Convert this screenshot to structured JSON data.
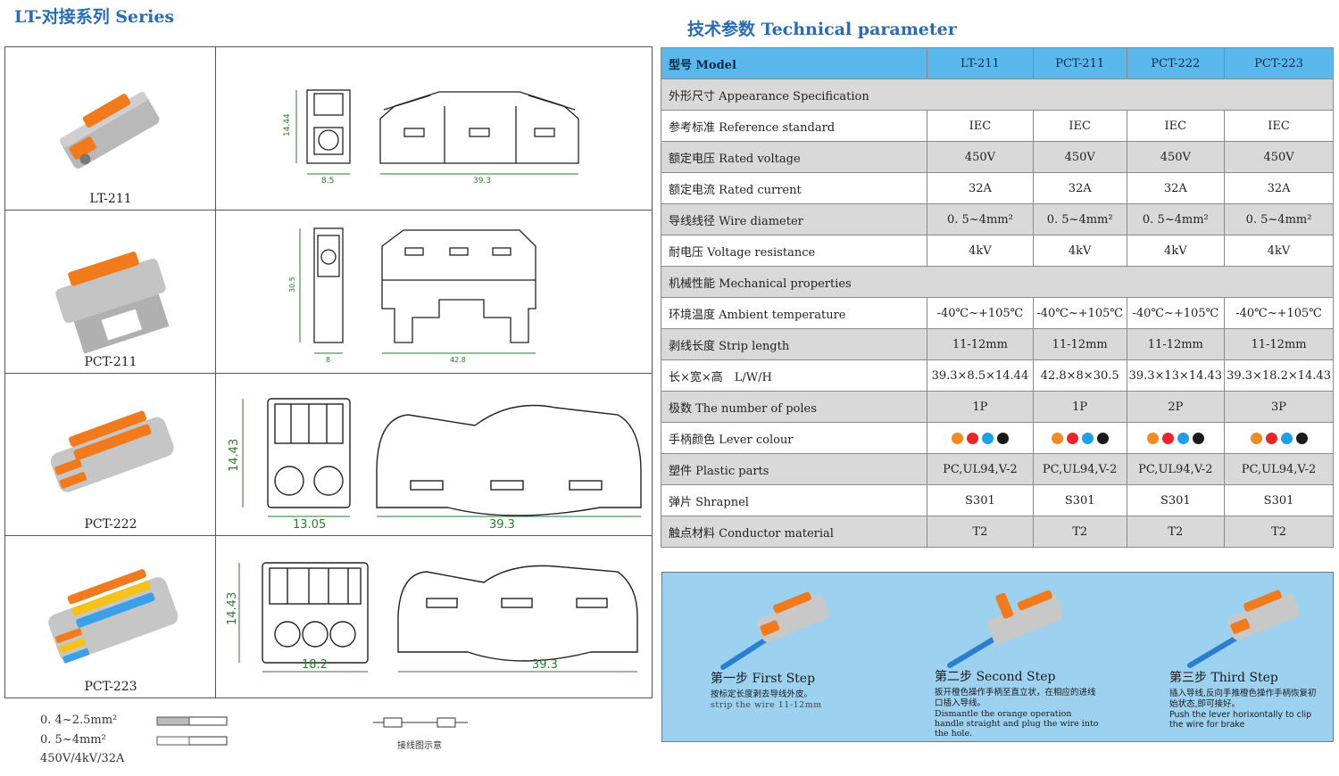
{
  "header": {
    "left_title": "LT-对接系列 Series",
    "right_title": "技术参数 Technical parameter"
  },
  "products": [
    {
      "name": "LT-211",
      "dims": {
        "h": "14.44",
        "w": "8.5",
        "l": "39.3"
      }
    },
    {
      "name": "PCT-211",
      "dims": {
        "h": "30.5",
        "w": "8",
        "l": "42.8"
      }
    },
    {
      "name": "PCT-222",
      "dims": {
        "h": "14.43",
        "w": "13.05",
        "l": "39.3"
      }
    },
    {
      "name": "PCT-223",
      "dims": {
        "h": "14.43",
        "w": "18.2",
        "l": "39.3"
      }
    }
  ],
  "footer_notes": {
    "wire_small": "0. 4~2.5mm²",
    "wire_large": "0. 5~4mm²",
    "rating": "450V/4kV/32A",
    "diagram_caption": "接线图示意"
  },
  "table": {
    "header": [
      "型号 Model",
      "LT-211",
      "PCT-211",
      "PCT-222",
      "PCT-223"
    ],
    "section_appearance": "外形尺寸 Appearance Specification",
    "rows": [
      {
        "label": "参考标准 Reference standard",
        "values": [
          "IEC",
          "IEC",
          "IEC",
          "IEC"
        ]
      },
      {
        "label": "额定电压 Rated voltage",
        "values": [
          "450V",
          "450V",
          "450V",
          "450V"
        ]
      },
      {
        "label": "额定电流 Rated current",
        "values": [
          "32A",
          "32A",
          "32A",
          "32A"
        ]
      },
      {
        "label": "导线线径 Wire diameter",
        "values": [
          "0. 5~4mm²",
          "0. 5~4mm²",
          "0. 5~4mm²",
          "0. 5~4mm²"
        ]
      },
      {
        "label": "耐电压 Voltage resistance",
        "values": [
          "4kV",
          "4kV",
          "4kV",
          "4kV"
        ]
      }
    ],
    "section_mechanical": "机械性能 Mechanical properties",
    "rows2": [
      {
        "label": "环境温度 Ambient temperature",
        "values": [
          "-40℃~+105℃",
          "-40℃~+105℃",
          "-40℃~+105℃",
          "-40℃~+105℃"
        ]
      },
      {
        "label": "剥线长度 Strip length",
        "values": [
          "11-12mm",
          "11-12mm",
          "11-12mm",
          "11-12mm"
        ]
      },
      {
        "label": "长×宽×高　L/W/H",
        "values": [
          "39.3×8.5×14.44",
          "42.8×8×30.5",
          "39.3×13×14.43",
          "39.3×18.2×14.43"
        ]
      },
      {
        "label": "极数 The number of poles",
        "values": [
          "1P",
          "1P",
          "2P",
          "3P"
        ]
      }
    ],
    "lever_label": "手柄颜色 Lever colour",
    "lever_colors": [
      "#f08a24",
      "#e8262a",
      "#1ea0e8",
      "#1a1a1a"
    ],
    "rows3": [
      {
        "label": "塑件 Plastic parts",
        "values": [
          "PC,UL94,V-2",
          "PC,UL94,V-2",
          "PC,UL94,V-2",
          "PC,UL94,V-2"
        ]
      },
      {
        "label": "弹片 Shrapnel",
        "values": [
          "S301",
          "S301",
          "S301",
          "S301"
        ]
      },
      {
        "label": "触点材料 Conductor material",
        "values": [
          "T2",
          "T2",
          "T2",
          "T2"
        ]
      }
    ]
  },
  "steps": [
    {
      "title": "第一步 First Step",
      "cn": "按标定长度剥去导线外皮。",
      "en": "strip the wire 11-12mm"
    },
    {
      "title": "第二步 Second Step",
      "cn": "扳开橙色操作手柄至直立状，在相应的进线口插入导线。",
      "en": "Dismantle the orange operation handle straight and plug the wire into the hole."
    },
    {
      "title": "第三步 Third Step",
      "cn": "插入导线,反向手推橙色操作手柄恢复初始状态,即可接好。",
      "en": "Push the lever horixontally to clip the wire for brake"
    }
  ],
  "colors": {
    "accent_blue": "#2a6cb4",
    "table_blue": "#5bb8ec",
    "panel_blue": "#9dd1f0",
    "orange": "#f08a24"
  }
}
